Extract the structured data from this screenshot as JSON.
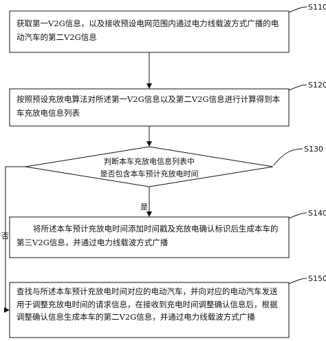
{
  "steps": {
    "s110": {
      "id": "S110",
      "text": "获取第一V2G信息，以及接收预设电网范围内通过电力线载波方式广播的电动汽车的第二V2G信息"
    },
    "s120": {
      "id": "S120",
      "text": "按照预设充放电算法对所述第一V2G信息以及第二V2G信息进行计算得到本车充放电信息列表"
    },
    "s130": {
      "id": "S130",
      "line1": "判断本车充放电信息列表中",
      "line2": "是否包含本车预计充放电时间"
    },
    "s140": {
      "id": "S140",
      "text": "将所述本车预计充放电时间添加时间戳及充放电确认标识后生成本车的第三V2G信息，并通过电力线载波方式广播"
    },
    "s150": {
      "id": "S150",
      "text": "查找与所述本车预计充放电时间对应的电动汽车，并向对应的电动汽车发送用于调整充放电时间的请求信息，在接收到充电时间调整确认信息后，根据调整确认信息生成本车的第二V2G信息，并通过电力线载波方式广播"
    }
  },
  "branches": {
    "yes": "是",
    "no": "否"
  }
}
